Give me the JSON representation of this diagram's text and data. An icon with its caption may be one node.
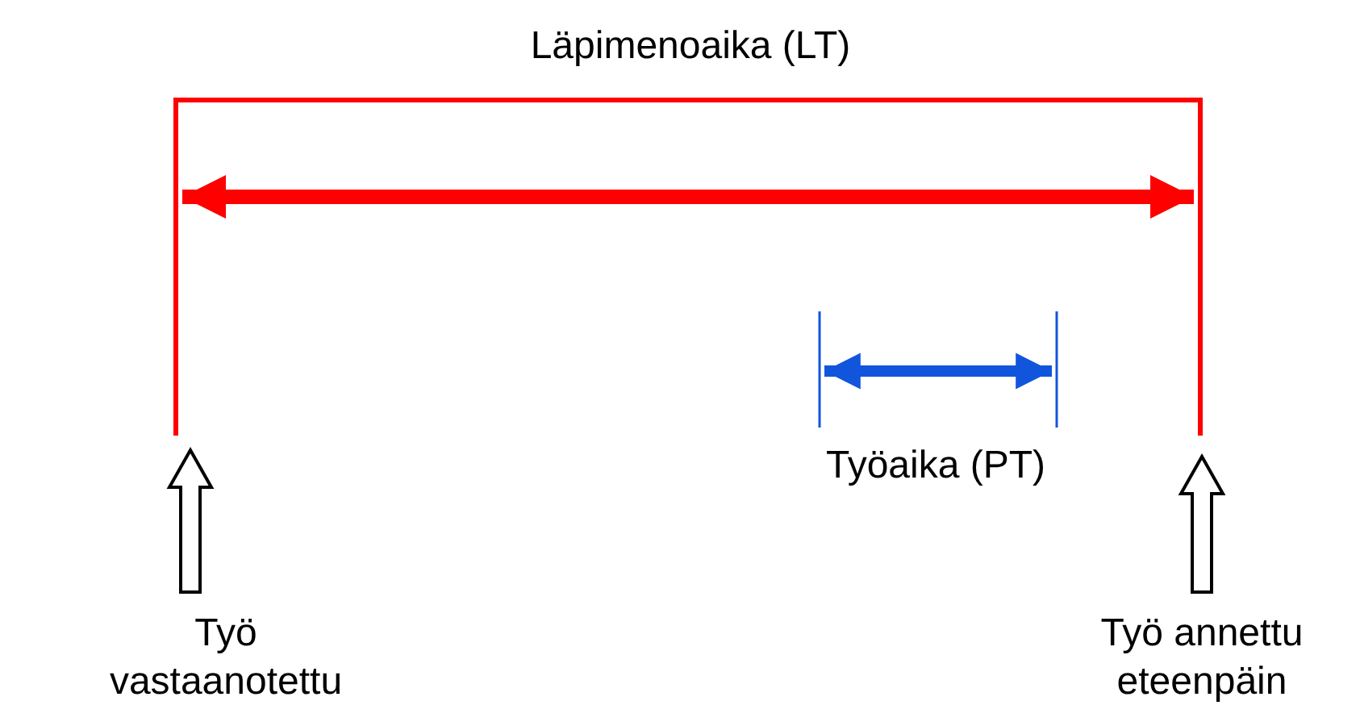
{
  "diagram": {
    "labels": [
      "Läpimenoaika (LT)",
      "Työaika (PT)",
      "Työ vastaanotettu",
      "Työ annettu eteenpäin"
    ]
  }
}
